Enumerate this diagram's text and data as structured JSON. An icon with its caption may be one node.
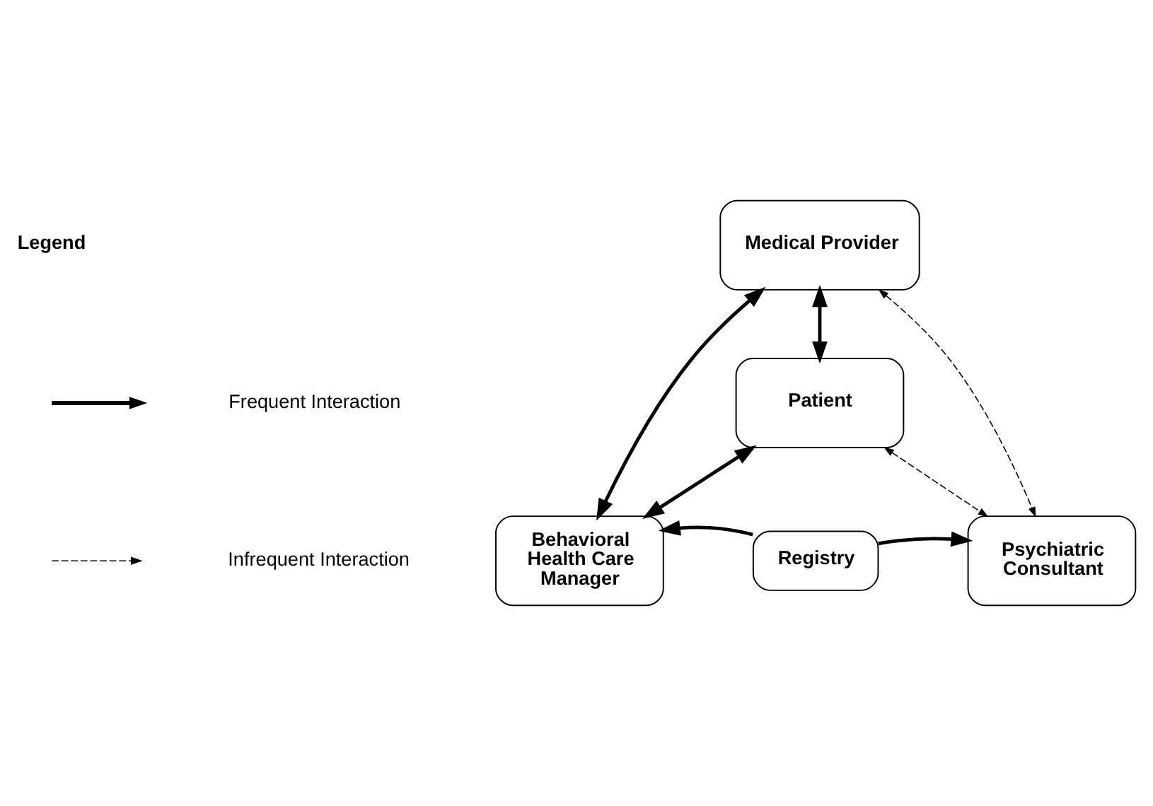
{
  "diagram": {
    "nodes": [
      {
        "text": [
          "Medical Provider"
        ]
      },
      {
        "text": [
          "Patient"
        ]
      },
      {
        "text": [
          "Behavioral Health Care Manager"
        ]
      },
      {
        "text": [
          "Registry"
        ]
      },
      {
        "text": [
          "Psychiatric Consultant"
        ]
      }
    ],
    "edges": [
      {
        "from": 0,
        "to": 2,
        "arrow": "both"
      },
      {
        "from": 0,
        "to": 1,
        "arrow": "both"
      },
      {
        "from": 1,
        "to": 2,
        "arrow": "both"
      },
      {
        "from": 0,
        "to": 4,
        "arrow": "both",
        "style": "dashed"
      },
      {
        "from": 1,
        "to": 4,
        "arrow": "both",
        "style": "dashed"
      },
      {
        "from": 3,
        "to": 2,
        "arrow": "to"
      },
      {
        "from": 3,
        "to": 4,
        "arrow": "to"
      }
    ],
    "labels": [
      "Legend"
    ],
    "legend": [
      {
        "text": "Frequent Interaction"
      },
      {
        "text": "Infrequent Interaction"
      }
    ]
  }
}
